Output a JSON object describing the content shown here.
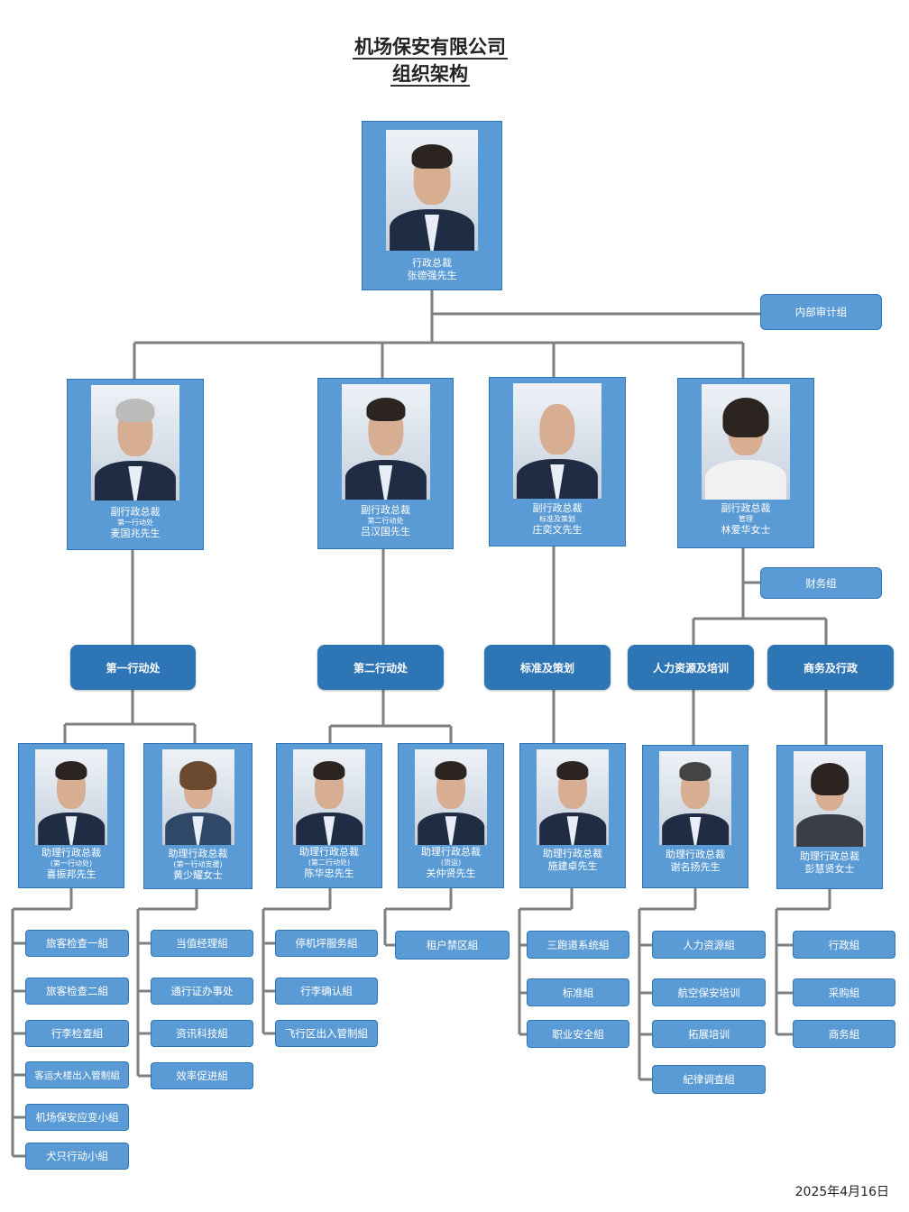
{
  "title": {
    "line1": "机场保安有限公司",
    "line2": "组织架构"
  },
  "date": "2025年4月16日",
  "ceo": {
    "title": "行政总裁",
    "name": "张德强先生"
  },
  "audit": "内部审计组",
  "finance": "财务组",
  "deputies": [
    {
      "title": "副行政总裁",
      "sub": "第一行动处",
      "name": "麦国兆先生"
    },
    {
      "title": "副行政总裁",
      "sub": "第二行动处",
      "name": "吕汉国先生"
    },
    {
      "title": "副行政总裁",
      "sub": "标准及策划",
      "name": "庄奕文先生"
    },
    {
      "title": "副行政总裁",
      "sub": "管理",
      "name": "林爱华女士"
    }
  ],
  "departments": [
    "第一行动处",
    "第二行动处",
    "标准及策划",
    "人力资源及培训",
    "商务及行政"
  ],
  "assistants": [
    {
      "title": "助理行政总裁",
      "sub": "(第一行动处)",
      "name": "喜振邦先生"
    },
    {
      "title": "助理行政总裁",
      "sub": "(第一行动支援)",
      "name": "黄少耀女士"
    },
    {
      "title": "助理行政总裁",
      "sub": "(第二行动处)",
      "name": "陈华忠先生"
    },
    {
      "title": "助理行政总裁",
      "sub": "(货运)",
      "name": "关仲贤先生"
    },
    {
      "title": "助理行政总裁",
      "sub": "",
      "name": "施建卓先生"
    },
    {
      "title": "助理行政总裁",
      "sub": "",
      "name": "谢名扬先生"
    },
    {
      "title": "助理行政总裁",
      "sub": "",
      "name": "彭慧贤女士"
    }
  ],
  "units": [
    [
      "旅客检查一組",
      "旅客检查二組",
      "行李检查組",
      "客运大楼出入管制組",
      "机场保安应变小組",
      "犬只行动小組"
    ],
    [
      "当值经理組",
      "通行证办事处",
      "资讯科技組",
      "效率促进組"
    ],
    [
      "停机坪服务組",
      "行李确认組",
      "飞行区出入管制組"
    ],
    [
      "租户禁区組"
    ],
    [
      "三跑道系统組",
      "标准組",
      "职业安全組"
    ],
    [
      "人力资源組",
      "航空保安培训",
      "拓展培训",
      "紀律调查組"
    ],
    [
      "行政組",
      "采购組",
      "商务組"
    ]
  ],
  "colors": {
    "box": "#5b9bd5",
    "dept": "#2e75b6",
    "line": "#7f7f7f"
  }
}
